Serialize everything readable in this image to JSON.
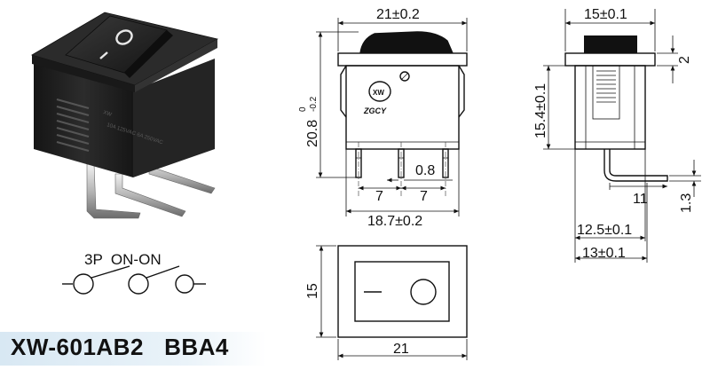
{
  "model": "XW-601AB2",
  "variant": "BBA4",
  "circuit_label": "3P  ON-ON",
  "brand": "ZGCY",
  "brand_mark": "XW",
  "body_marking": "10A 125VAC  6A 250VAC",
  "front_view": {
    "width": "21±0.2",
    "height": "20.8",
    "height_tol_upper": "0",
    "height_tol_lower": "-0.2",
    "pin_thickness": "0.8",
    "pin_pitch_left": "7",
    "pin_pitch_right": "7",
    "base_width": "18.7±0.2"
  },
  "side_view": {
    "width": "15±0.1",
    "height": "15.4±0.1",
    "flange": "2",
    "pin_offset": "11",
    "pin_drop": "1.3",
    "body_depth": "12.5±0.1",
    "base_depth": "13±0.1"
  },
  "top_view": {
    "height": "15",
    "width": "21",
    "symbol_off": "—",
    "symbol_on": "O"
  },
  "colors": {
    "ink": "#111111",
    "band": "#d8e8f3",
    "switch_body": "#1e1e1e"
  }
}
